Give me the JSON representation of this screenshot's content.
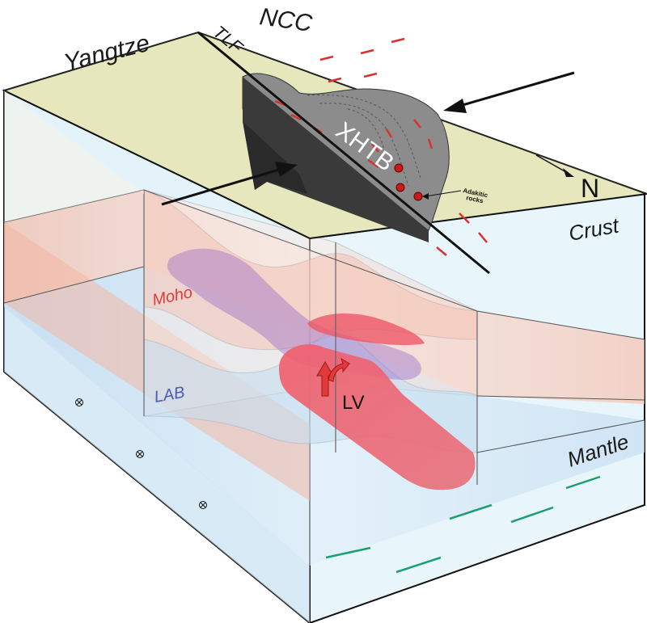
{
  "labels": {
    "yangtze": "Yangtze",
    "ncc": "NCC",
    "tlf": "TLF",
    "xhtb": "XHTB",
    "adakitic": "Adakitic rocks",
    "adakitic_line1": "Adakitic",
    "adakitic_line2": "rocks",
    "north": "N",
    "crust": "Crust",
    "moho": "Moho",
    "lab": "LAB",
    "lv": "LV",
    "mantle": "Mantle"
  },
  "colors": {
    "crust_surface": "#e6e6b8",
    "moho_layer": "#f6c6b6",
    "lab_layer": "#c9e0f2",
    "mantle_side": "#e2f2fa",
    "orogen_gray": "#8c8c8c",
    "orogen_dark": "#3a3a3a",
    "low_velocity": "#ee4a5a",
    "moho_label": "#e23a3a",
    "lab_label": "#4a5ab0",
    "fault_dash_red": "#d93030",
    "mantle_dash_green": "#1aa070"
  },
  "icons": {
    "convergence_arrows": "compression-arrow-icon",
    "north_arrow": "north-arrow-icon",
    "out_of_page": "circle-cross-icon",
    "upwelling": "upward-arrow-icon"
  }
}
